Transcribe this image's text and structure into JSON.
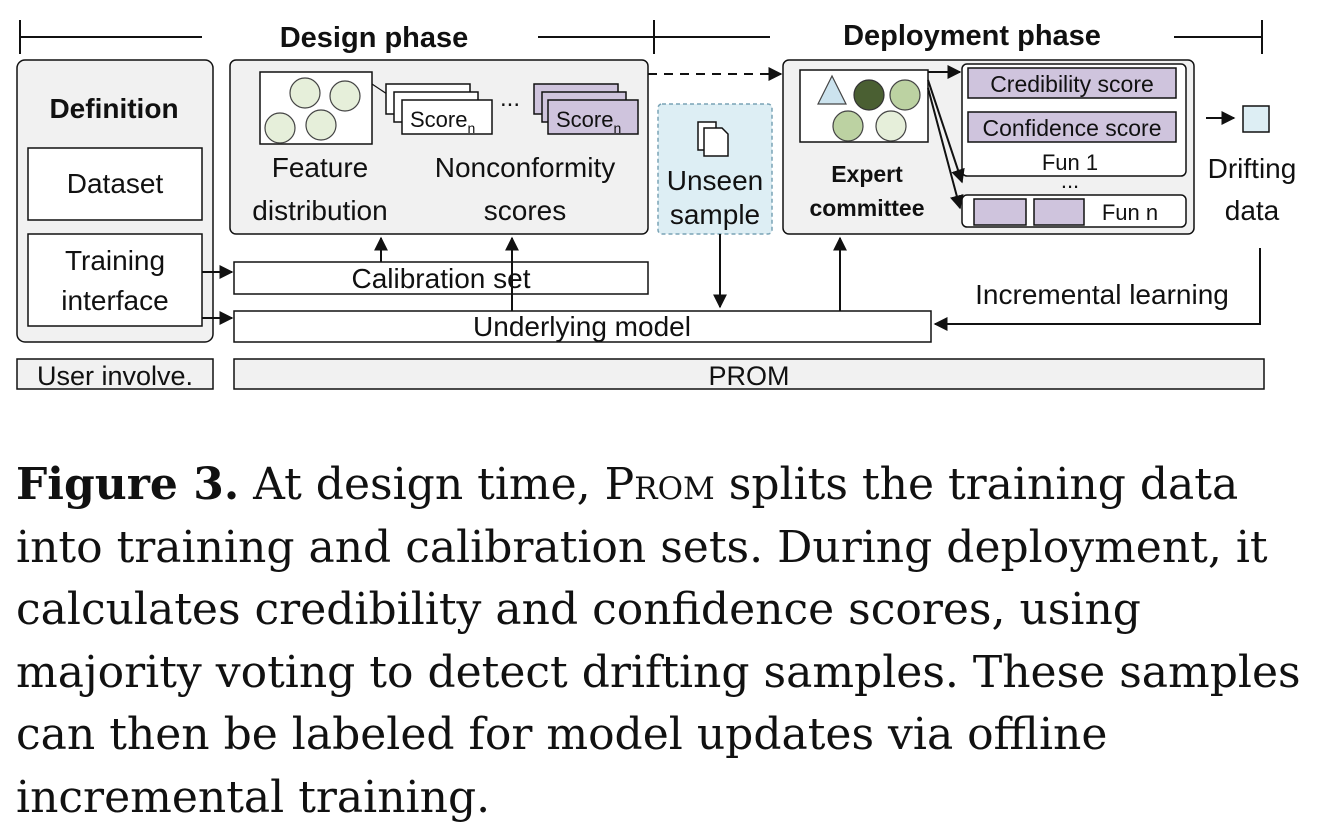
{
  "diagram": {
    "phases": {
      "design": "Design phase",
      "deployment": "Deployment phase"
    },
    "definition": {
      "title": "Definition",
      "dataset": "Dataset",
      "training_interface_line1": "Training",
      "training_interface_line2": "interface"
    },
    "design": {
      "feature_line1": "Feature",
      "feature_line2": "distribution",
      "nonconformity_line1": "Nonconformity",
      "nonconformity_line2": "scores",
      "score_label": "Score",
      "score_subscript": "n",
      "ellipsis": "..."
    },
    "unseen": {
      "line1": "Unseen",
      "line2": "sample"
    },
    "deployment": {
      "expert_line1": "Expert",
      "expert_line2": "committee",
      "credibility": "Credibility score",
      "confidence": "Confidence score",
      "fun1": "Fun 1",
      "ellipsis": "...",
      "funn": "Fun n"
    },
    "drifting": {
      "line1": "Drifting",
      "line2": "data"
    },
    "calibration_set": "Calibration set",
    "underlying_model": "Underlying model",
    "incremental_learning": "Incremental learning",
    "user_involve": "User involve.",
    "prom": "PROM",
    "colors": {
      "box_fill": "#f1f1f1",
      "score_fill": "#cfc4dd",
      "unseen_fill": "#ddeef4",
      "circle_light": "#e6efda",
      "circle_dark": "#4a5f32",
      "circle_mid": "#bcd2a2",
      "triangle": "#cce3ee",
      "drift_square": "#ddeef4"
    }
  },
  "caption": {
    "label": "Figure 3.",
    "part1": "At design time,",
    "prom": "Prom",
    "part2": "splits the training data into training and calibration sets. During deployment, it calculates credibility and confidence scores, using majority voting to detect drifting samples. These samples can then be labeled for model updates via offline incremental training."
  }
}
